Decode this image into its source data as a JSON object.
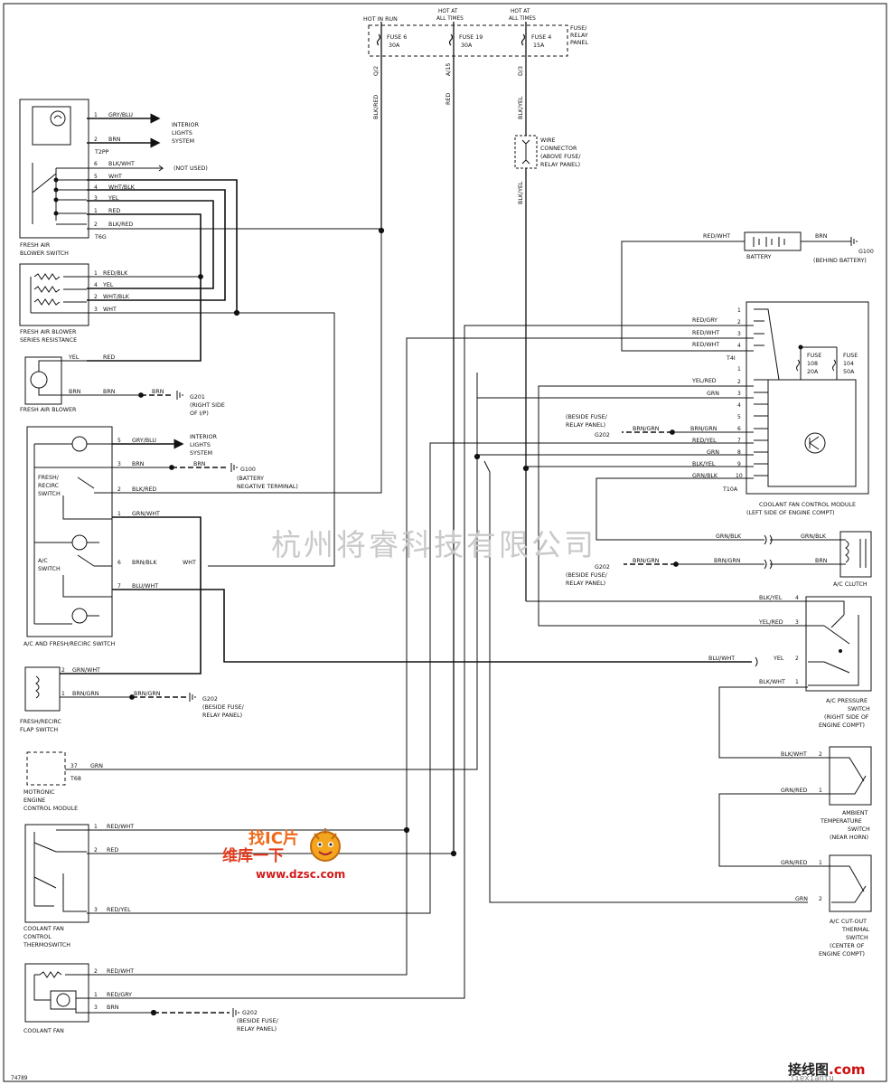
{
  "figure_id": "74789",
  "fuse_panel": {
    "supplies": [
      "HOT IN RUN",
      "HOT AT ALL TIMES",
      "HOT AT ALL TIMES"
    ],
    "panel_label": [
      "FUSE/",
      "RELAY",
      "PANEL"
    ],
    "fuses": [
      {
        "name": "FUSE 6",
        "rating": "30A",
        "terminal": "Q/2",
        "wire": "BLK/RED"
      },
      {
        "name": "FUSE 19",
        "rating": "30A",
        "terminal": "A/15",
        "wire": "RED"
      },
      {
        "name": "FUSE 4",
        "rating": "15A",
        "terminal": "D/3",
        "wire": "BLK/YEL"
      }
    ]
  },
  "wire_connector": {
    "label": [
      "WIRE",
      "CONNECTOR",
      "(ABOVE FUSE/",
      "RELAY PANEL)"
    ],
    "wire_below": "BLK/YEL"
  },
  "battery": {
    "label": "BATTERY",
    "wire_in": "RED/WHT",
    "wire_out": "BRN",
    "ground": "G100",
    "ground_loc": "(BEHIND BATTERY)"
  },
  "blower_switch": {
    "name": [
      "FRESH AIR",
      "BLOWER SWITCH"
    ],
    "connectors": [
      "T2PP",
      "T6G"
    ],
    "pins": [
      {
        "pin": "1",
        "wire": "GRY/BLU"
      },
      {
        "pin": "2",
        "wire": "BRN"
      },
      {
        "pin": "6",
        "wire": "BLK/WHT"
      },
      {
        "pin": "5",
        "wire": "WHT"
      },
      {
        "pin": "4",
        "wire": "WHT/BLK"
      },
      {
        "pin": "3",
        "wire": "YEL"
      },
      {
        "pin": "1",
        "wire": "RED"
      },
      {
        "pin": "2",
        "wire": "BLK/RED"
      }
    ],
    "interior_lights": [
      "INTERIOR",
      "LIGHTS",
      "SYSTEM"
    ],
    "not_used": "(NOT USED)"
  },
  "series_resistance": {
    "name": [
      "FRESH AIR BLOWER",
      "SERIES RESISTANCE"
    ],
    "pins": [
      {
        "pin": "1",
        "wire": "RED/BLK"
      },
      {
        "pin": "4",
        "wire": "YEL"
      },
      {
        "pin": "2",
        "wire": "WHT/BLK"
      },
      {
        "pin": "3",
        "wire": "WHT"
      }
    ]
  },
  "blower": {
    "name": "FRESH AIR BLOWER",
    "wires": [
      "YEL",
      "RED",
      "BRN",
      "BRN",
      "BRN"
    ],
    "ground": "G201",
    "ground_loc": [
      "(RIGHT SIDE",
      "OF I/P)"
    ]
  },
  "ac_switch": {
    "name": "A/C AND FRESH/RECIRC SWITCH",
    "sub_labels": [
      [
        "FRESH/",
        "RECIRC",
        "SWITCH"
      ],
      [
        "A/C",
        "SWITCH"
      ]
    ],
    "pins": [
      {
        "pin": "5",
        "wire": "GRY/BLU"
      },
      {
        "pin": "3",
        "wire": "BRN"
      },
      {
        "pin": "2",
        "wire": "BLK/RED"
      },
      {
        "pin": "1",
        "wire": "GRN/WHT"
      },
      {
        "pin": "6",
        "wire": "BRN/BLK"
      },
      {
        "pin": "7",
        "wire": "BLU/WHT"
      }
    ],
    "interior_lights": [
      "INTERIOR",
      "LIGHTS",
      "SYSTEM"
    ],
    "brn_dashed": "BRN",
    "ground": "G100",
    "ground_loc": [
      "(BATTERY",
      "NEGATIVE TERMINAL)"
    ],
    "wht": "WHT"
  },
  "flap_switch": {
    "name": [
      "FRESH/RECIRC",
      "FLAP SWITCH"
    ],
    "pins": [
      {
        "pin": "2",
        "wire": "GRN/WHT"
      },
      {
        "pin": "1",
        "wire": "BRN/GRN"
      }
    ],
    "dashed_wire": "BRN/GRN",
    "ground": "G202",
    "ground_loc": [
      "(BESIDE FUSE/",
      "RELAY PANEL)"
    ]
  },
  "motronic": {
    "name": [
      "MOTRONIC",
      "ENGINE",
      "CONTROL MODULE"
    ],
    "pin": "37",
    "wire": "GRN",
    "connector": "T68"
  },
  "thermoswitch": {
    "name": [
      "COOLANT FAN",
      "CONTROL",
      "THERMOSWITCH"
    ],
    "pins": [
      {
        "pin": "1",
        "wire": "RED/WHT"
      },
      {
        "pin": "2",
        "wire": "RED"
      },
      {
        "pin": "3",
        "wire": "RED/YEL"
      }
    ]
  },
  "coolant_fan": {
    "name": "COOLANT FAN",
    "pins": [
      {
        "pin": "2",
        "wire": "RED/WHT"
      },
      {
        "pin": "1",
        "wire": "RED/GRY"
      },
      {
        "pin": "3",
        "wire": "BRN"
      }
    ],
    "ground": "G202",
    "ground_loc": [
      "(BESIDE FUSE/",
      "RELAY PANEL)"
    ]
  },
  "fan_module": {
    "name": [
      "COOLANT FAN CONTROL MODULE",
      "(LEFT SIDE OF ENGINE COMPT)"
    ],
    "connector_t4": "T4I",
    "connector_t10": "T10A",
    "t4_pins": [
      {
        "pin": "1",
        "wire": ""
      },
      {
        "pin": "2",
        "wire": "RED/GRY"
      },
      {
        "pin": "3",
        "wire": "RED/WHT"
      },
      {
        "pin": "4",
        "wire": "RED/WHT"
      }
    ],
    "t10_pins": [
      {
        "pin": "1",
        "wire": ""
      },
      {
        "pin": "2",
        "wire": "YEL/RED"
      },
      {
        "pin": "3",
        "wire": "GRN"
      },
      {
        "pin": "4",
        "wire": ""
      },
      {
        "pin": "5",
        "wire": ""
      },
      {
        "pin": "6",
        "wire": "BRN/GRN"
      },
      {
        "pin": "7",
        "wire": "RED/YEL"
      },
      {
        "pin": "8",
        "wire": "GRN"
      },
      {
        "pin": "9",
        "wire": "BLK/YEL"
      },
      {
        "pin": "10",
        "wire": "GRN/BLK"
      }
    ],
    "fuses": [
      {
        "name": "FUSE",
        "num": "108",
        "rating": "20A"
      },
      {
        "name": "FUSE",
        "num": "104",
        "rating": "50A"
      }
    ],
    "ground_label": [
      "(BESIDE FUSE/",
      "RELAY PANEL)"
    ],
    "ground": "G202",
    "ground_wire": "BRN/GRN"
  },
  "ac_clutch": {
    "name": "A/C CLUTCH",
    "wires_left": [
      "GRN/BLK",
      "BRN/GRN"
    ],
    "wires_right": [
      "GRN/BLK",
      "BRN"
    ],
    "ground": "G202",
    "ground_wire": "BRN/GRN",
    "ground_loc": [
      "(BESIDE FUSE/",
      "RELAY PANEL)"
    ]
  },
  "ac_pressure": {
    "name": [
      "A/C PRESSURE",
      "SWITCH",
      "(RIGHT SIDE OF",
      "ENGINE COMPT)"
    ],
    "pins": [
      {
        "pin": "4",
        "wire": "BLK/YEL"
      },
      {
        "pin": "3",
        "wire": "YEL/RED"
      },
      {
        "pin": "2",
        "wire": "YEL"
      },
      {
        "pin": "1",
        "wire": "BLK/WHT"
      }
    ],
    "blu_wht": "BLU/WHT"
  },
  "ambient": {
    "name": [
      "AMBIENT",
      "TEMPERATURE",
      "SWITCH",
      "(NEAR HORN)"
    ],
    "pins": [
      {
        "pin": "2",
        "wire": "BLK/WHT"
      },
      {
        "pin": "1",
        "wire": "GRN/RED"
      }
    ]
  },
  "cutout": {
    "name": [
      "A/C CUT-OUT",
      "THERMAL",
      "SWITCH",
      "(CENTER OF",
      "ENGINE COMPT)"
    ],
    "pins": [
      {
        "pin": "1",
        "wire": "GRN/RED"
      },
      {
        "pin": "2",
        "wire": "GRN"
      }
    ]
  },
  "watermarks": {
    "cn_company": "杭州将睿科技有限公司",
    "center_title": "找IC片",
    "center_line": "维库一下",
    "center_url": "www.dzsc.com",
    "br_cn": "接线图",
    "br_dot": ".com",
    "br_url": "jiexiantu"
  }
}
